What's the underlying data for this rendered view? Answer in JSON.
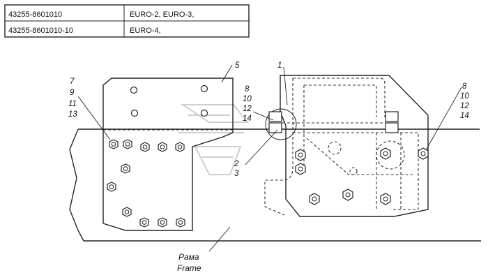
{
  "table": {
    "rows": [
      {
        "part": "43255-8601010",
        "applicability": "EURO-2, EURO-3,"
      },
      {
        "part": "43255-8601010-10",
        "applicability": "EURO-4,"
      }
    ]
  },
  "callouts": {
    "left_group": [
      "7",
      "9",
      "11",
      "13"
    ],
    "pos5": "5",
    "pos1": "1",
    "mid_group": [
      "8",
      "10",
      "12",
      "14"
    ],
    "lower_group": [
      "2",
      "3"
    ],
    "right_group": [
      "8",
      "10",
      "12",
      "14"
    ]
  },
  "caption": {
    "ru": "Рама",
    "en": "Frame"
  }
}
